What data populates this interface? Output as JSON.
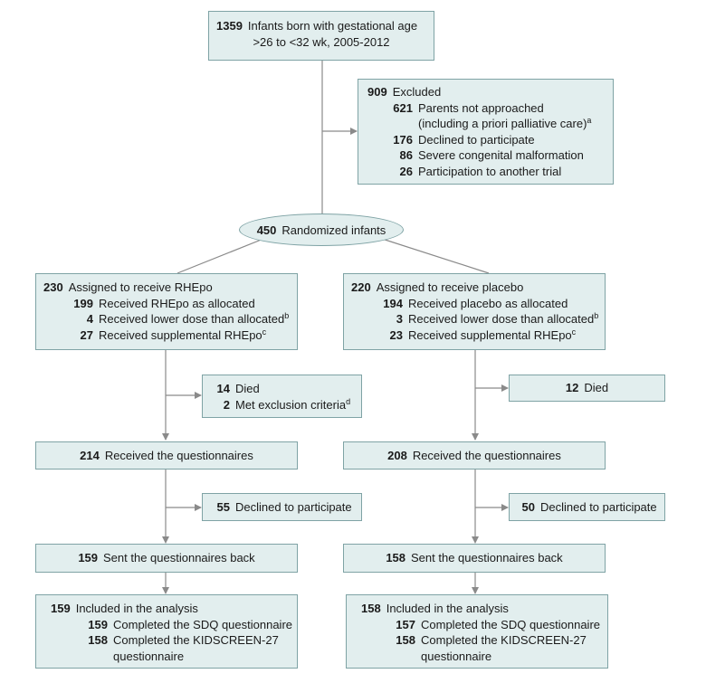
{
  "top": {
    "n": "1359",
    "line1": "Infants born with gestational age",
    "line2": ">26 to <32 wk, 2005-2012"
  },
  "excluded": {
    "n": "909",
    "label": "Excluded",
    "items": [
      {
        "n": "621",
        "text": "Parents not approached",
        "text2": "(including a priori palliative care)",
        "sup": "a"
      },
      {
        "n": "176",
        "text": "Declined to participate"
      },
      {
        "n": "86",
        "text": "Severe congenital malformation"
      },
      {
        "n": "26",
        "text": "Participation to another trial"
      }
    ]
  },
  "randomized": {
    "n": "450",
    "text": "Randomized infants"
  },
  "left": {
    "assign": {
      "n": "230",
      "text": "Assigned to receive RHEpo",
      "items": [
        {
          "n": "199",
          "text": "Received RHEpo as allocated"
        },
        {
          "n": "4",
          "text": "Received lower dose than allocated",
          "sup": "b"
        },
        {
          "n": "27",
          "text": "Received supplemental RHEpo",
          "sup": "c"
        }
      ]
    },
    "side1": {
      "items": [
        {
          "n": "14",
          "text": "Died"
        },
        {
          "n": "2",
          "text": "Met exclusion criteria",
          "sup": "d"
        }
      ]
    },
    "received": {
      "n": "214",
      "text": "Received the questionnaires"
    },
    "side2": {
      "n": "55",
      "text": "Declined to participate"
    },
    "sent": {
      "n": "159",
      "text": "Sent the questionnaires back"
    },
    "analysis": {
      "n": "159",
      "text": "Included in the analysis",
      "items": [
        {
          "n": "159",
          "text": "Completed the SDQ questionnaire"
        },
        {
          "n": "158",
          "text": "Completed the KIDSCREEN-27",
          "text2": "questionnaire"
        }
      ]
    }
  },
  "right": {
    "assign": {
      "n": "220",
      "text": "Assigned to receive placebo",
      "items": [
        {
          "n": "194",
          "text": "Received placebo as allocated"
        },
        {
          "n": "3",
          "text": "Received lower dose than allocated",
          "sup": "b"
        },
        {
          "n": "23",
          "text": "Received supplemental RHEpo",
          "sup": "c"
        }
      ]
    },
    "side1": {
      "n": "12",
      "text": "Died"
    },
    "received": {
      "n": "208",
      "text": "Received the questionnaires"
    },
    "side2": {
      "n": "50",
      "text": "Declined to participate"
    },
    "sent": {
      "n": "158",
      "text": "Sent the questionnaires back"
    },
    "analysis": {
      "n": "158",
      "text": "Included in the analysis",
      "items": [
        {
          "n": "157",
          "text": "Completed the SDQ questionnaire"
        },
        {
          "n": "158",
          "text": "Completed the KIDSCREEN-27",
          "text2": "questionnaire"
        }
      ]
    }
  },
  "colors": {
    "box_fill": "#e2eeee",
    "box_border": "#7fa3a5",
    "line": "#8a8a8a"
  }
}
